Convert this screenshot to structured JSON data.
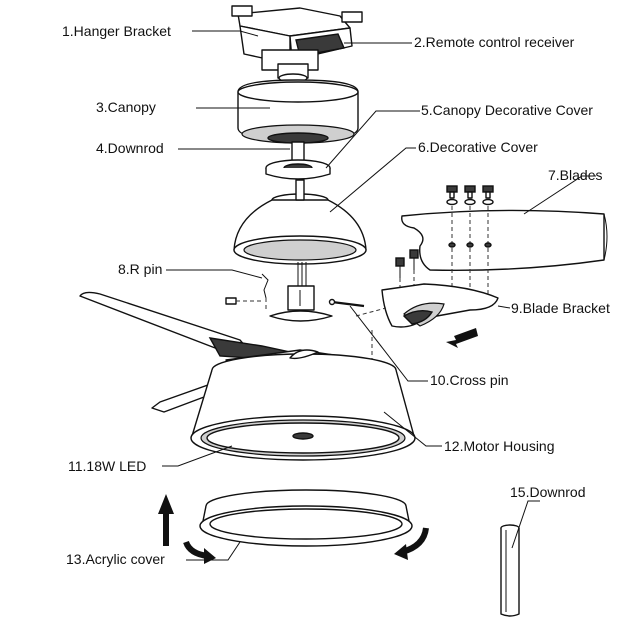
{
  "labels": {
    "hanger_bracket": "1.Hanger Bracket",
    "remote_receiver": "2.Remote control receiver",
    "canopy": "3.Canopy",
    "downrod": "4.Downrod",
    "canopy_cover": "5.Canopy Decorative Cover",
    "decorative_cover": "6.Decorative Cover",
    "blades": "7.Blades",
    "r_pin": "8.R pin",
    "blade_bracket": "9.Blade Bracket",
    "cross_pin": "10.Cross pin",
    "led": "11.18W LED",
    "motor_housing": "12.Motor Housing",
    "acrylic_cover": "13.Acrylic cover",
    "downrod_15": "15.Downrod"
  },
  "colors": {
    "line": "#111111",
    "dark_fill": "#3a3a3a",
    "grey_fill": "#cfcfcf"
  }
}
